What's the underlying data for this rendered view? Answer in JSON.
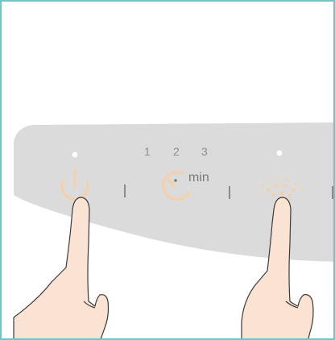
{
  "timer": {
    "options": [
      "1",
      "2",
      "3"
    ],
    "unit": "min"
  },
  "icons": {
    "power": "power-icon",
    "timer": "timer-icon",
    "mist": "mist-dots-icon",
    "indicator": "indicator-dot",
    "hand": "pointing-finger"
  },
  "colors": {
    "frame_border": "#6bc8c6",
    "panel": "#dcdbdb",
    "icon_accent": "#f7cfa8",
    "skin": "#fbe3d3",
    "outline": "#3a3a3a",
    "divider": "#8a8a8a",
    "indicator_led": "#ffffff"
  }
}
